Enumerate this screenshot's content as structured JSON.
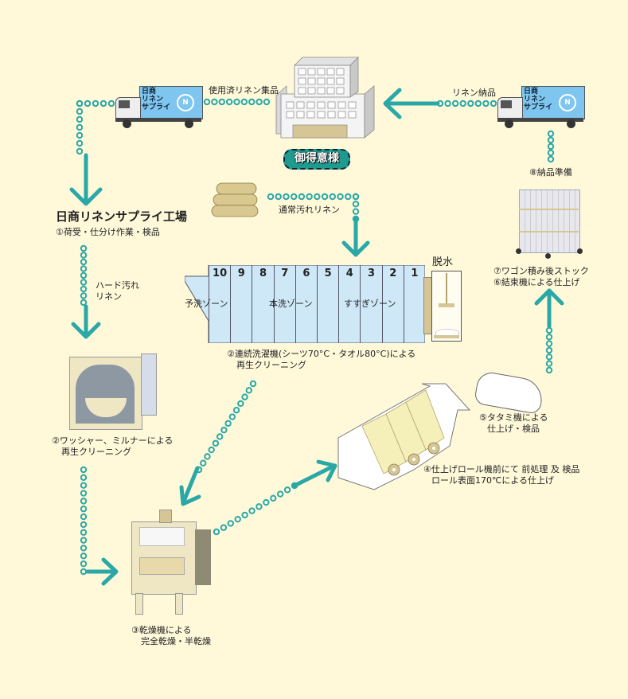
{
  "colors": {
    "background": "#fff9da",
    "flow_teal": "#2aa8a8",
    "washer_blue": "#cfe8f8",
    "machine_beige": "#efe6c4",
    "badge_teal": "#1f9a8e"
  },
  "customer": {
    "badge": "御得意様"
  },
  "trucks": {
    "company_line1": "日商",
    "company_line2": "リネン",
    "company_line3": "サプライ",
    "logo_letter": "N"
  },
  "flow_labels": {
    "collection": "使用済リネン集品",
    "delivery": "リネン納品",
    "prep_delivery": "⑧納品準備",
    "normal_dirty": "通常汚れリネン",
    "hard_dirty_line1": "ハード汚れ",
    "hard_dirty_line2": "リネン"
  },
  "factory": {
    "title": "日商リネンサプライ工場",
    "step1": "①荷受・仕分け作業・検品"
  },
  "washer": {
    "chambers": [
      "10",
      "9",
      "8",
      "7",
      "6",
      "5",
      "4",
      "3",
      "2",
      "1"
    ],
    "zones": [
      "予洗ゾーン",
      "本洗ゾーン",
      "すすぎゾーン"
    ],
    "dewater_label": "脱水",
    "caption_line1": "②連続洗濯機(シーツ70°C・タオル80°C)による",
    "caption_line2": "再生クリーニング"
  },
  "washer_extractor": {
    "caption_line1": "②ワッシャー、ミルナーによる",
    "caption_line2": "再生クリーニング"
  },
  "dryer": {
    "caption_line1": "③乾燥機による",
    "caption_line2": "完全乾燥・半乾燥"
  },
  "ironer": {
    "caption_line1": "④仕上げロール機前にて 前処理 及 検品",
    "caption_line2": "ロール表面170℃による仕上げ"
  },
  "folder": {
    "caption_line1": "⑤タタミ機による",
    "caption_line2": "仕上げ・検品"
  },
  "wagon": {
    "caption_line1": "⑦ワゴン積み後ストック",
    "caption_line2": "⑥結束機による仕上げ"
  }
}
